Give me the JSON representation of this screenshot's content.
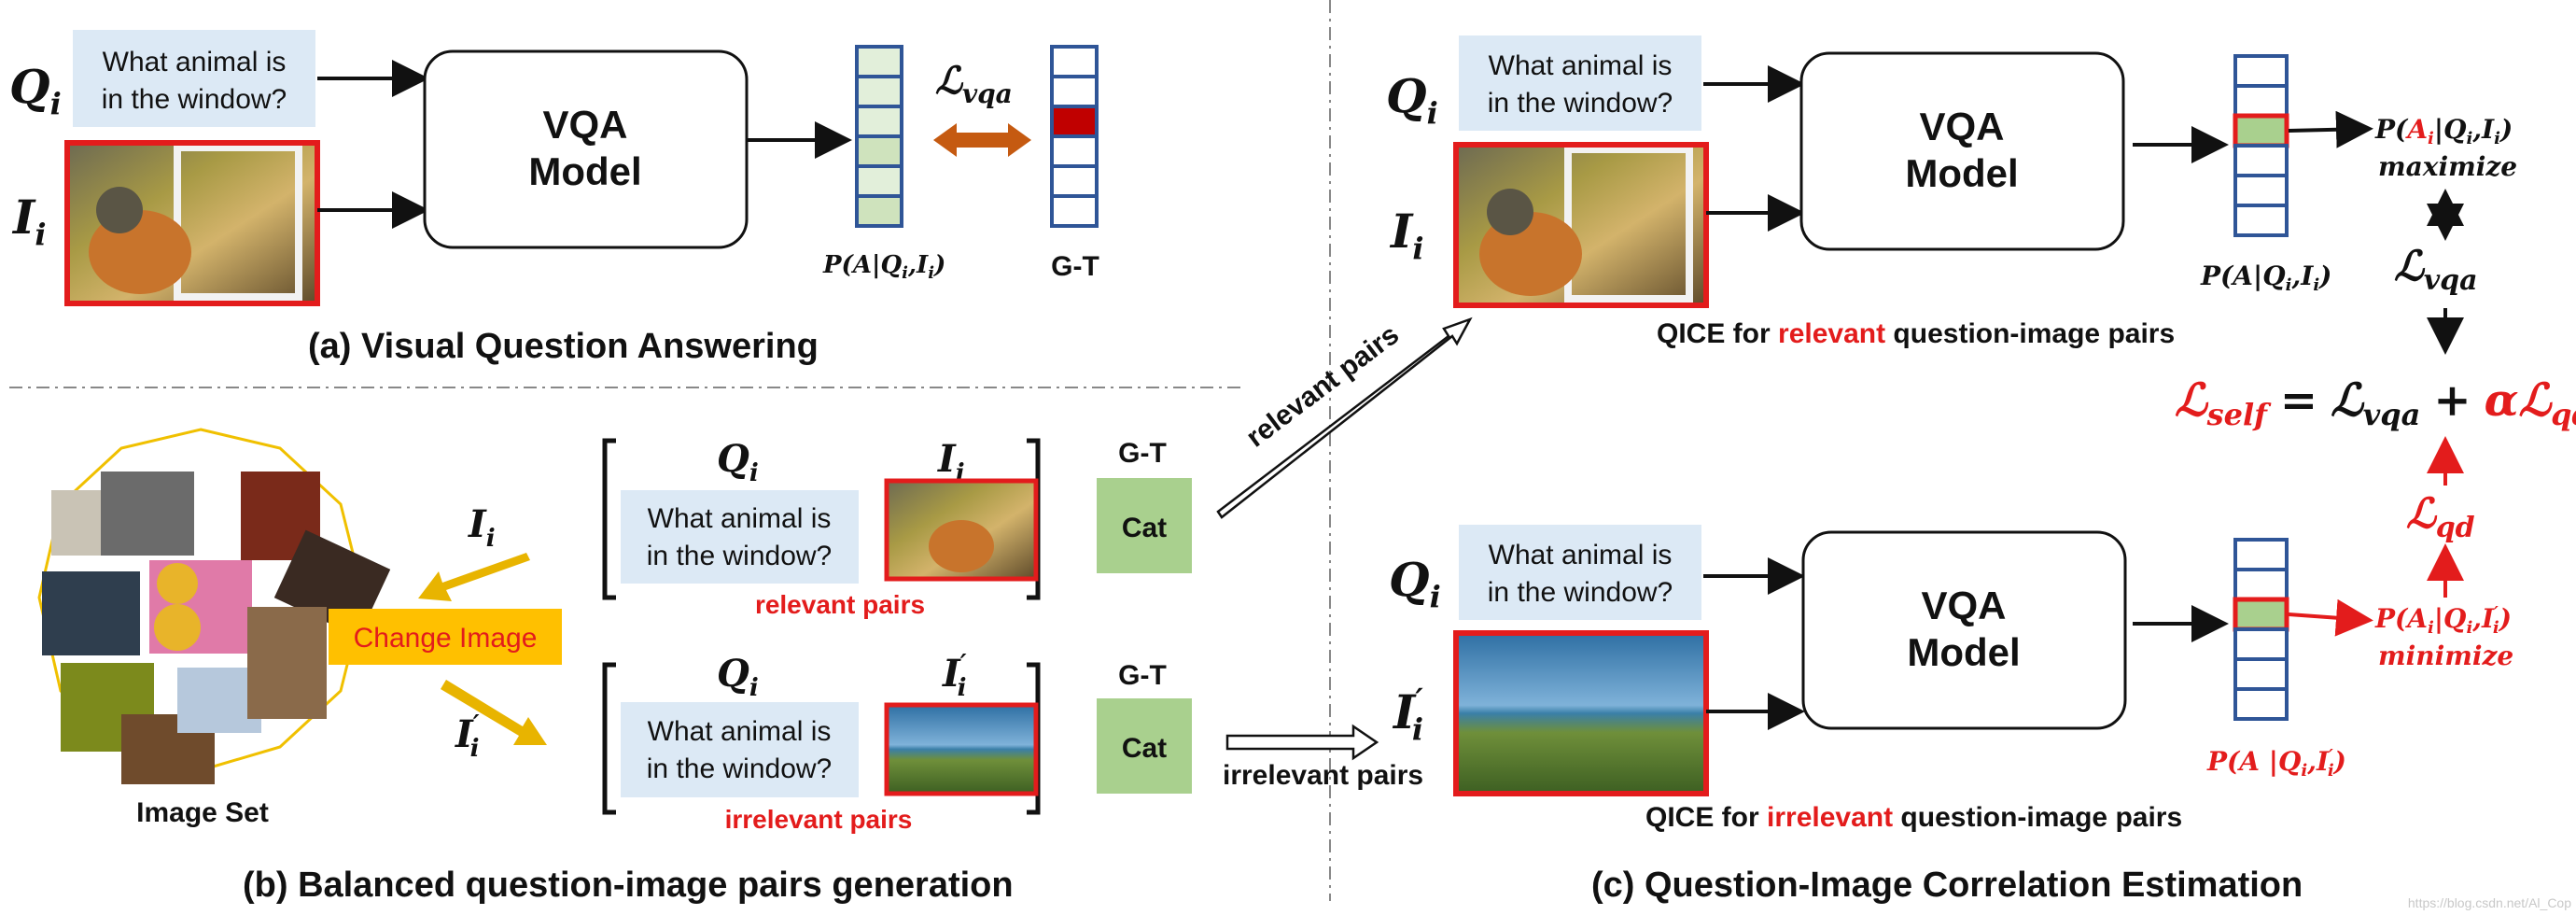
{
  "question_text": [
    "What animal is",
    "in the window?"
  ],
  "model_label": [
    "VQA",
    "Model"
  ],
  "labels": {
    "q_i": "Q",
    "q_sub": "i",
    "i_i": "I",
    "i_sub": "i",
    "prime": "′"
  },
  "panel_a": {
    "caption": "(a) Visual Question Answering",
    "loss": "vqa",
    "prob": "P(A|Q",
    "prob_tail": ",I",
    "prob_end": ")",
    "gt": "G-T"
  },
  "panel_b": {
    "caption": "(b) Balanced question-image pairs generation",
    "image_set": "Image Set",
    "change_image": "Change Image",
    "gt": "G-T",
    "answer": "Cat",
    "relevant": "relevant pairs",
    "irrelevant": "irrelevant pairs",
    "arrow_relevant": "relevant pairs",
    "arrow_irrelevant": "irrelevant pairs"
  },
  "panel_c": {
    "caption": "(c) Question-Image Correlation Estimation",
    "qice_prefix": "QICE for ",
    "qice_relevant": "relevant",
    "qice_irrelevant": "irrelevant",
    "qice_suffix": " question-image pairs",
    "maximize": "maximize",
    "minimize": "minimize",
    "loss_vqa": "vqa",
    "loss_qd": "qd",
    "loss_self": "self",
    "alpha": "α",
    "equals": "=",
    "plus": "+"
  },
  "watermark": "https://blog.csdn.net/Al_Cop",
  "colors": {
    "red": "#e31c1c",
    "blue_vec": "#2f5597",
    "green_cell": "#a9d08e",
    "light_green": "#e2efda",
    "qbox": "#dce9f5",
    "gt_cell": "#c00000",
    "orange_arrow": "#c55a11",
    "yellow_arrow": "#e8b400",
    "change_box": "#ffc000"
  }
}
